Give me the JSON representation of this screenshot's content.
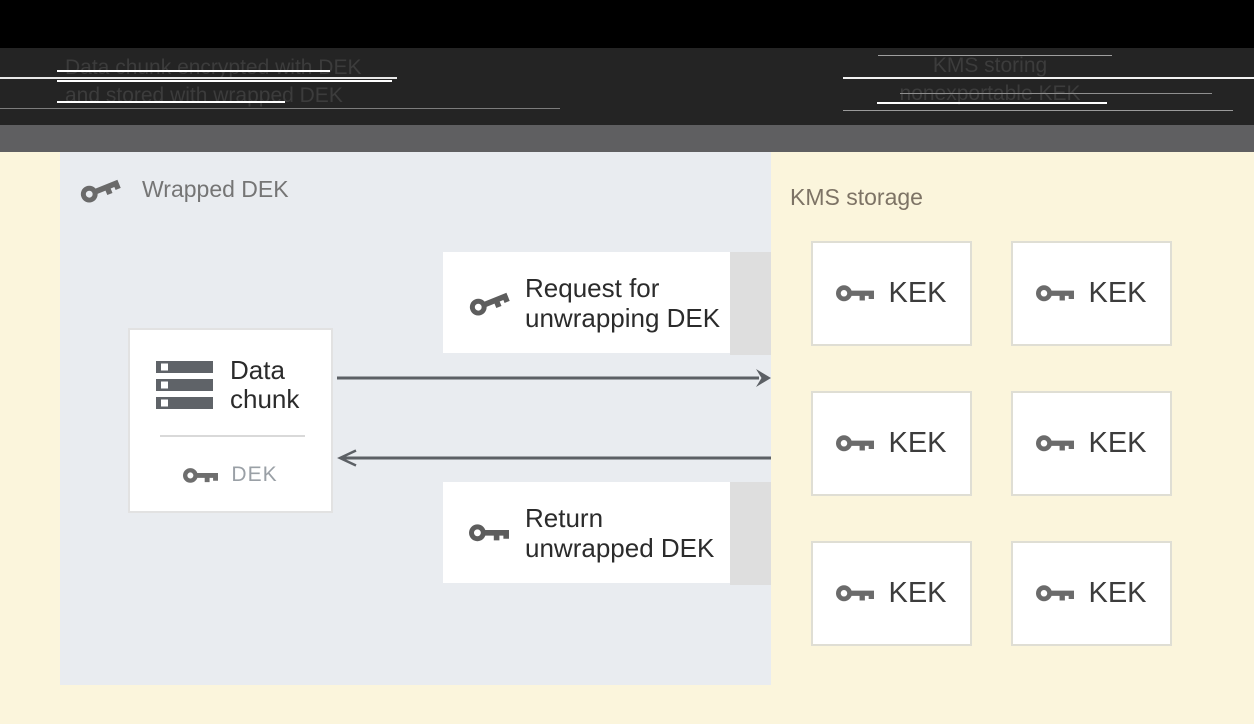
{
  "colors": {
    "background": "#fbf5dc",
    "panel": "#e9ecf0",
    "header_top": "#000000",
    "header_body": "#242424",
    "header_band": "#5f5f61",
    "arrow": "#5c6065",
    "key_icon": "#6b6b6b",
    "text_dark": "#2b2b2b"
  },
  "header": {
    "left_caption": {
      "line1": "Data chunk encrypted with DEK",
      "line2": "and stored with wrapped DEK"
    },
    "right_caption": {
      "line1": "KMS storing",
      "line2": "nonexportable KEK"
    }
  },
  "wrapped_dek_panel": {
    "label": "Wrapped DEK",
    "data_chunk_box": {
      "line1": "Data",
      "line2": "chunk",
      "key_label": "DEK"
    },
    "request_box": {
      "line1": "Request for",
      "line2": "unwrapping DEK"
    },
    "return_box": {
      "line1": "Return",
      "line2": "unwrapped DEK"
    }
  },
  "kms_panel": {
    "label": "KMS storage",
    "kek_boxes": [
      {
        "label": "KEK"
      },
      {
        "label": "KEK"
      },
      {
        "label": "KEK"
      },
      {
        "label": "KEK"
      },
      {
        "label": "KEK"
      },
      {
        "label": "KEK"
      }
    ]
  }
}
